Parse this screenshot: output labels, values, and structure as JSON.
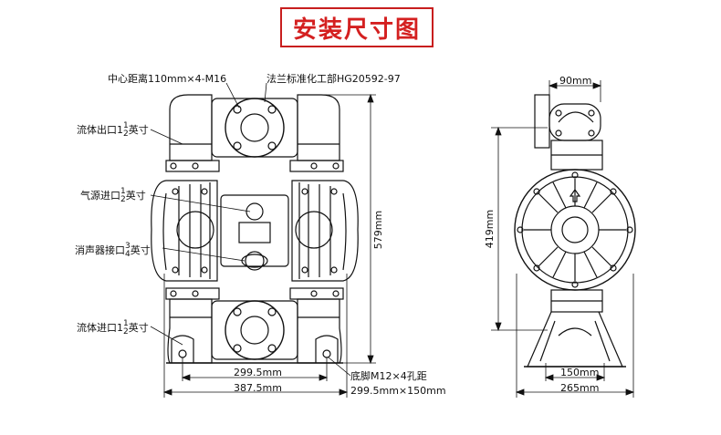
{
  "title": "安装尺寸图",
  "labels": {
    "center_distance": "中心距离110mm×4-M16",
    "flange_standard": "法兰标准化工部HG20592-97",
    "outlet_prefix": "流体出口1",
    "outlet_suffix": "英寸",
    "air_inlet_prefix": "气源进口",
    "air_inlet_suffix": "英寸",
    "muffler_prefix": "消声器接口",
    "muffler_suffix": "英寸",
    "inlet_prefix": "流体进口1",
    "inlet_suffix": "英寸",
    "feet_line1": "底脚M12×4孔距",
    "feet_line2": "299.5mm×150mm"
  },
  "fractions": {
    "outlet": {
      "num": "1",
      "den": "2"
    },
    "air_inlet": {
      "num": "1",
      "den": "2"
    },
    "muffler": {
      "num": "3",
      "den": "4"
    },
    "inlet": {
      "num": "1",
      "den": "2"
    }
  },
  "dimensions": {
    "front_height": "579mm",
    "front_width_inner": "299.5mm",
    "front_width_outer": "387.5mm",
    "side_top": "90mm",
    "side_height": "419mm",
    "side_base_inner": "150mm",
    "side_base_outer": "265mm"
  },
  "colors": {
    "title_red": "#d42020",
    "line": "#111111"
  }
}
